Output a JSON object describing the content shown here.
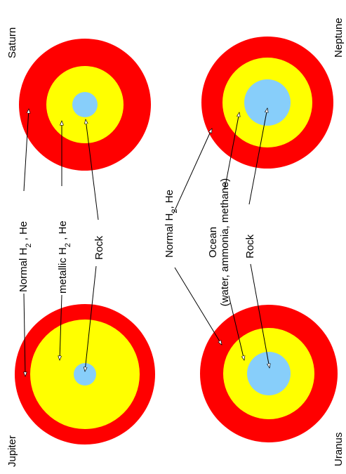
{
  "planets": {
    "jupiter": "Jupiter",
    "saturn": "Saturn",
    "uranus": "Uranus",
    "neptune": "Neptune"
  },
  "labels": {
    "normal_top_pre": "Normal H",
    "normal_top_sub": "2",
    "normal_top_post": " , He",
    "metallic_pre": "metallic H",
    "metallic_sub": "2",
    "metallic_post": " , He",
    "rock_top": "Rock",
    "normal_bottom_pre": "Normal H",
    "normal_bottom_sub": "2",
    "normal_bottom_post": ", He",
    "ocean_line1": "Ocean",
    "ocean_line2": "(water, ammonia, methane)",
    "rock_bottom": "Rock"
  },
  "colors": {
    "outer_layer": "#ff0000",
    "middle_layer": "#ffff00",
    "core": "#87cefa",
    "leader_lines": "#000000"
  }
}
